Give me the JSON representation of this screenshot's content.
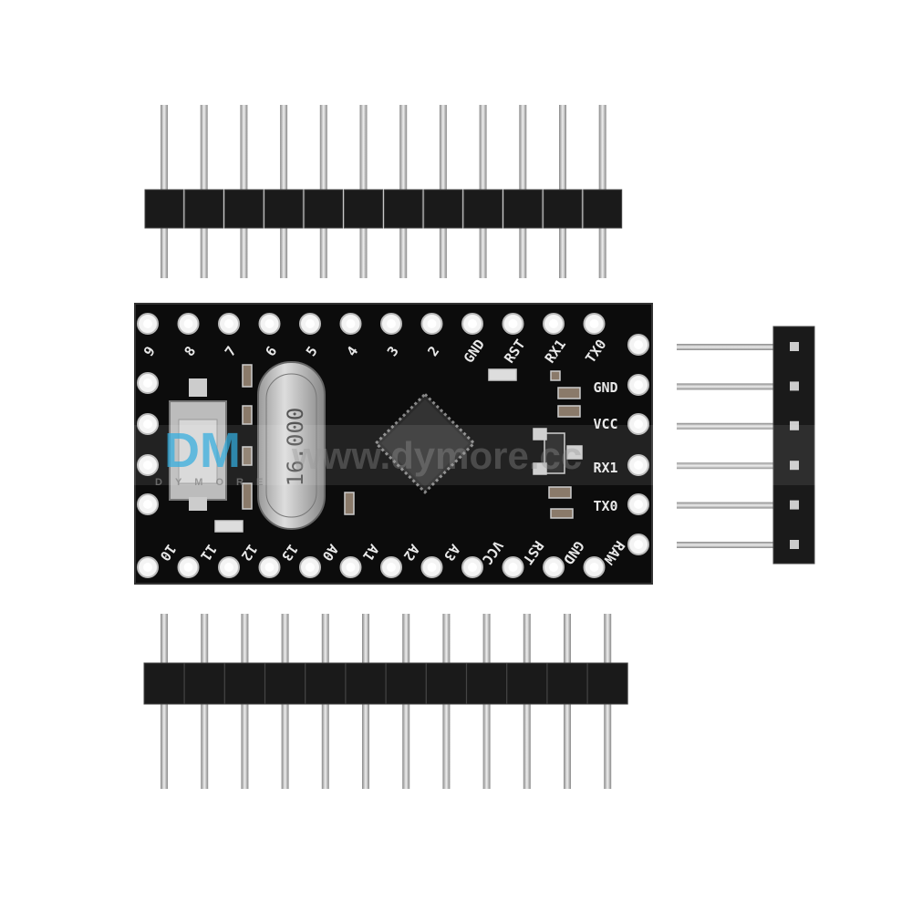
{
  "product": {
    "board_top_labels": [
      "9",
      "8",
      "7",
      "6",
      "5",
      "4",
      "3",
      "2",
      "GND",
      "RST",
      "RX1",
      "TX0"
    ],
    "board_right_labels": [
      "GND",
      "VCC",
      "RX1",
      "TX0"
    ],
    "board_bottom_labels": [
      "10",
      "11",
      "12",
      "13",
      "A0",
      "A1",
      "A2",
      "A3",
      "VCC",
      "RST",
      "GND",
      "RAW"
    ],
    "crystal_label": "16.000",
    "watermark_logo": "DM",
    "watermark_sub": "DYMORE",
    "watermark_url": "www.dymore.cc",
    "colors": {
      "pcb": "#0c0c0c",
      "header": "#1a1a1a",
      "pin": "#c9c9c9",
      "watermark": "#3ab0e0"
    }
  }
}
